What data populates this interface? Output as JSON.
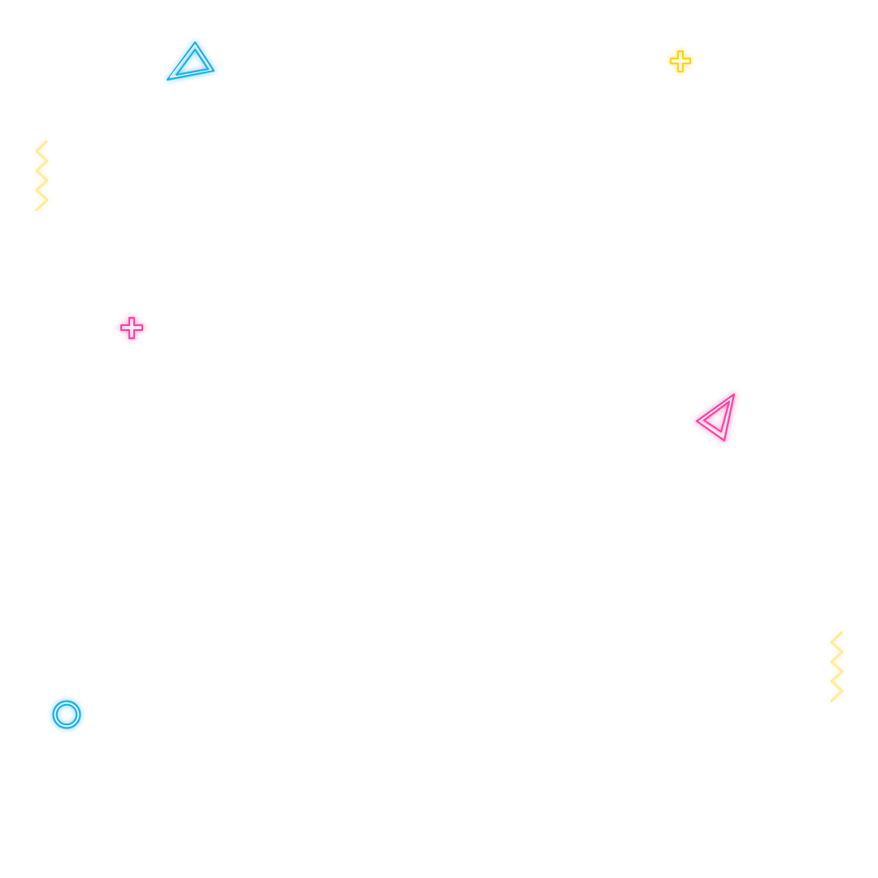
{
  "palette": {
    "background": "#ffffff",
    "blue": "#17b4e8",
    "yellow": "#ffd500",
    "pink": "#ff3fa4"
  },
  "shapes": [
    {
      "kind": "triangle",
      "name": "blue-triangle-outline",
      "color": "blue"
    },
    {
      "kind": "plus",
      "name": "yellow-plus-outline",
      "color": "yellow"
    },
    {
      "kind": "zigzag",
      "name": "yellow-zigzag-left",
      "color": "yellow"
    },
    {
      "kind": "plus",
      "name": "pink-plus-outline",
      "color": "pink"
    },
    {
      "kind": "triangle",
      "name": "pink-triangle-outline",
      "color": "pink"
    },
    {
      "kind": "zigzag",
      "name": "yellow-zigzag-right",
      "color": "yellow"
    },
    {
      "kind": "circle",
      "name": "blue-circle-outline",
      "color": "blue"
    }
  ]
}
